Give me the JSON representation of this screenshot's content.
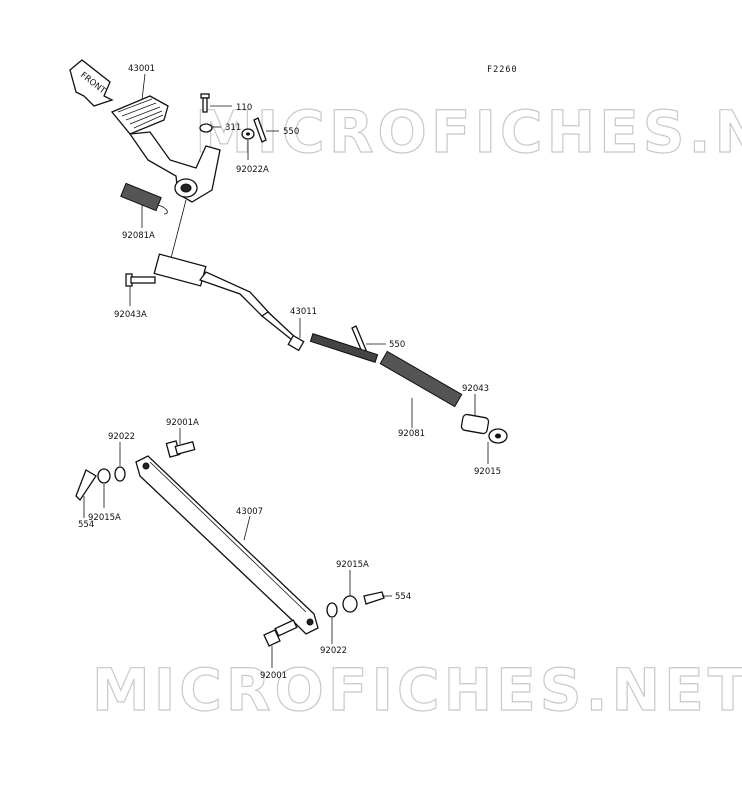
{
  "figure_code": "F2260",
  "front_label": "FRONT",
  "watermark": "MICROFICHES.NET",
  "parts": {
    "p43001": "43001",
    "p110": "110",
    "p311": "311",
    "p550a": "550",
    "p92022A": "92022A",
    "p92081A": "92081A",
    "p92043A": "92043A",
    "p43011": "43011",
    "p550b": "550",
    "p92043": "92043",
    "p92081": "92081",
    "p92015": "92015",
    "p92001A": "92001A",
    "p92022a": "92022",
    "p554a": "554",
    "p92015Aa": "92015A",
    "p43007": "43007",
    "p92015Ab": "92015A",
    "p554b": "554",
    "p92022b": "92022",
    "p92001": "92001"
  }
}
